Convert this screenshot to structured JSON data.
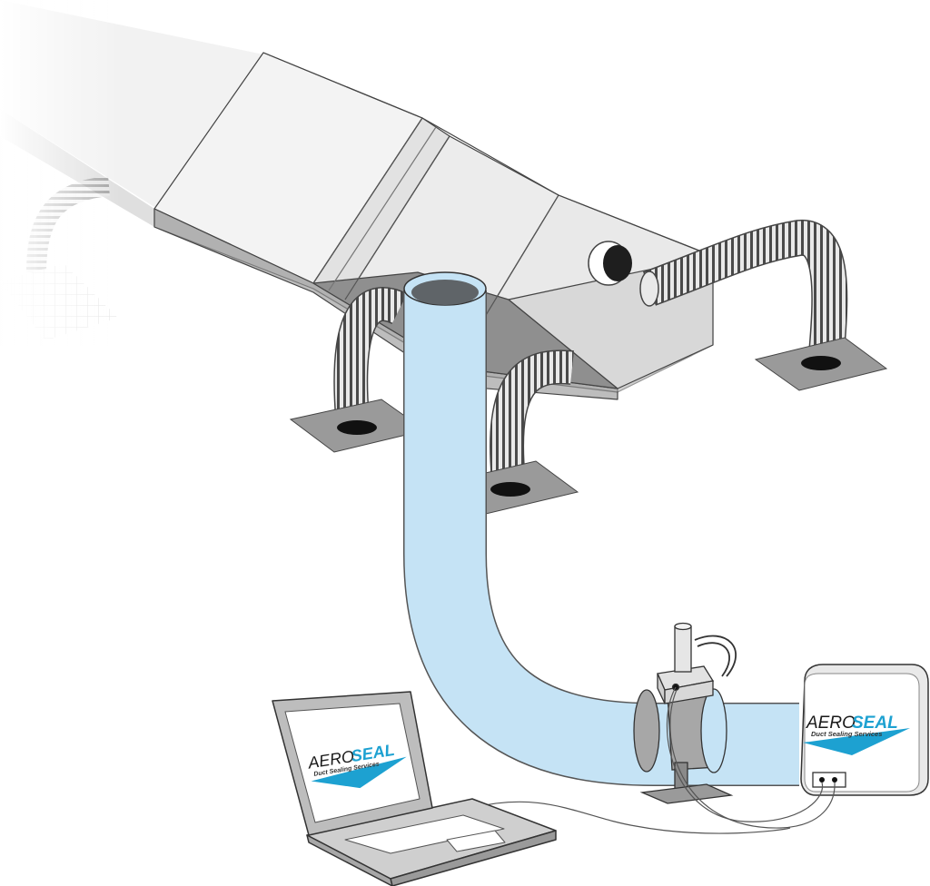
{
  "logos": {
    "unit": {
      "brand_a": "AERO",
      "brand_b": "SEAL",
      "tagline": "Duct Sealing Services"
    },
    "laptop": {
      "brand_a": "AERO",
      "brand_b": "SEAL",
      "tagline": "Duct Sealing Services"
    }
  },
  "colors": {
    "duct_light": "#e6e6e6",
    "duct_mid": "#cfcfcf",
    "duct_dark": "#8f8f8f",
    "register": "#9a9a9a",
    "hose_fill": "#c5e3f5",
    "brand_blue": "#1da1d1",
    "outline": "#333333"
  },
  "icons": [
    "ceiling-register-icon",
    "flex-duct-icon",
    "sealing-unit-icon",
    "laptop-icon",
    "pressure-sensor-icon"
  ]
}
